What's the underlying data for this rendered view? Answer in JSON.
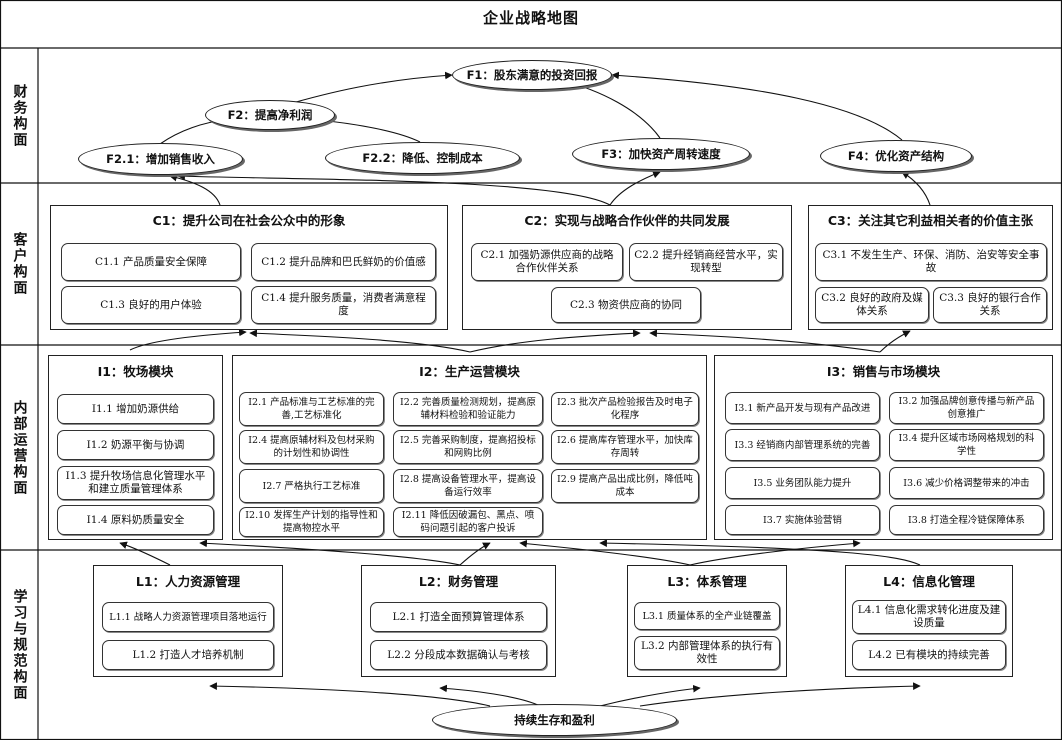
{
  "title": "企业战略地图",
  "layers": {
    "finance": "财务构面",
    "customer": "客户构面",
    "internal": "内部运营构面",
    "learning": "学习与规范构面"
  },
  "finance": {
    "f1": "F1：股东满意的投资回报",
    "f2": "F2：提高净利润",
    "f21": "F2.1：增加销售收入",
    "f22": "F2.2：降低、控制成本",
    "f3": "F3：加快资产周转速度",
    "f4": "F4：优化资产结构"
  },
  "customer": {
    "c1": {
      "title": "C1：提升公司在社会公众中的形象",
      "items": [
        "C1.1 产品质量安全保障",
        "C1.2 提升品牌和巴氏鲜奶的价值感",
        "C1.3 良好的用户体验",
        "C1.4 提升服务质量，消费者满意程度"
      ]
    },
    "c2": {
      "title": "C2：实现与战略合作伙伴的共同发展",
      "items": [
        "C2.1 加强奶源供应商的战略合作伙伴关系",
        "C2.2 提升经销商经营水平，实现转型",
        "C2.3 物资供应商的协同"
      ]
    },
    "c3": {
      "title": "C3：关注其它利益相关者的价值主张",
      "items": [
        "C3.1 不发生生产、环保、消防、治安等安全事故",
        "C3.2 良好的政府及媒体关系",
        "C3.3 良好的银行合作关系"
      ]
    }
  },
  "internal": {
    "i1": {
      "title": "I1：牧场模块",
      "items": [
        "I1.1 增加奶源供给",
        "I1.2 奶源平衡与协调",
        "I1.3 提升牧场信息化管理水平和建立质量管理体系",
        "I1.4 原料奶质量安全"
      ]
    },
    "i2": {
      "title": "I2：生产运营模块",
      "items": [
        "I2.1 产品标准与工艺标准的完善,工艺标准化",
        "I2.2 完善质量检测规划，提高原辅材料检验和验证能力",
        "I2.3 批次产品检验报告及时电子化程序",
        "I2.4 提高原辅材料及包材采购的计划性和协调性",
        "I2.5 完善采购制度，提高招投标和网购比例",
        "I2.6 提高库存管理水平，加快库存周转",
        "I2.7 严格执行工艺标准",
        "I2.8 提高设备管理水平，提高设备运行效率",
        "I2.9 提高产品出成比例，降低吨成本",
        "I2.10 发挥生产计划的指导性和提高物控水平",
        "I2.11 降低因破漏包、黑点、喷码问题引起的客户投诉"
      ]
    },
    "i3": {
      "title": "I3：销售与市场模块",
      "items": [
        "I3.1 新产品开发与现有产品改进",
        "I3.2 加强品牌创意传播与新产品创意推广",
        "I3.3 经销商内部管理系统的完善",
        "I3.4 提升区域市场网格规划的科学性",
        "I3.5 业务团队能力提升",
        "I3.6 减少价格调整带来的冲击",
        "I3.7 实施体验营销",
        "I3.8 打造全程冷链保障体系"
      ]
    }
  },
  "learning": {
    "l1": {
      "title": "L1：人力资源管理",
      "items": [
        "L1.1 战略人力资源管理项目落地运行",
        "L1.2 打造人才培养机制"
      ]
    },
    "l2": {
      "title": "L2：财务管理",
      "items": [
        "L2.1 打造全面预算管理体系",
        "L2.2 分段成本数据确认与考核"
      ]
    },
    "l3": {
      "title": "L3：体系管理",
      "items": [
        "L3.1 质量体系的全产业链覆盖",
        "L3.2 内部管理体系的执行有效性"
      ]
    },
    "l4": {
      "title": "L4：信息化管理",
      "items": [
        "L4.1 信息化需求转化进度及建设质量",
        "L4.2 已有模块的持续完善"
      ]
    },
    "base": "持续生存和盈利"
  }
}
